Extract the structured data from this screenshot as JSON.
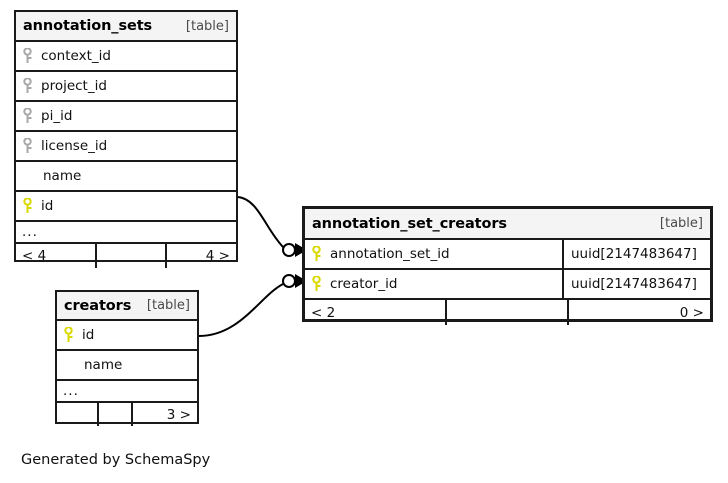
{
  "diagram": {
    "caption": "Generated by SchemaSpy",
    "table_tag": "[table]"
  },
  "tables": [
    {
      "id": "annotation_sets",
      "name": "annotation_sets",
      "tag": "[table]",
      "focused": false,
      "columns": [
        {
          "name": "context_id",
          "key": "foreign"
        },
        {
          "name": "project_id",
          "key": "foreign"
        },
        {
          "name": "pi_id",
          "key": "foreign"
        },
        {
          "name": "license_id",
          "key": "foreign"
        },
        {
          "name": "name",
          "key": "none"
        },
        {
          "name": "id",
          "key": "primary"
        }
      ],
      "ellipsis": "...",
      "footer": {
        "left": "< 4",
        "middle": "",
        "right": "4 >"
      }
    },
    {
      "id": "annotation_set_creators",
      "name": "annotation_set_creators",
      "tag": "[table]",
      "focused": true,
      "columns": [
        {
          "name": "annotation_set_id",
          "key": "primary",
          "type": "uuid[2147483647]"
        },
        {
          "name": "creator_id",
          "key": "primary",
          "type": "uuid[2147483647]"
        }
      ],
      "footer": {
        "left": "< 2",
        "middle": "",
        "right": "0 >"
      }
    },
    {
      "id": "creators",
      "name": "creators",
      "tag": "[table]",
      "focused": false,
      "columns": [
        {
          "name": "id",
          "key": "primary"
        },
        {
          "name": "name",
          "key": "none"
        }
      ],
      "ellipsis": "...",
      "footer": {
        "left": "",
        "middle": "",
        "right": "3 >"
      }
    }
  ],
  "relationships": [
    {
      "from": "annotation_sets.id",
      "to": "annotation_set_creators.annotation_set_id",
      "cardinality": "zero-or-more"
    },
    {
      "from": "creators.id",
      "to": "annotation_set_creators.creator_id",
      "cardinality": "zero-or-more"
    }
  ],
  "colors": {
    "primary_key": "#d9d900",
    "foreign_key": "#a8a8a8",
    "border": "#1a1a1a",
    "header_bg": "#f4f4f4",
    "background": "#ffffff",
    "text": "#111111"
  }
}
